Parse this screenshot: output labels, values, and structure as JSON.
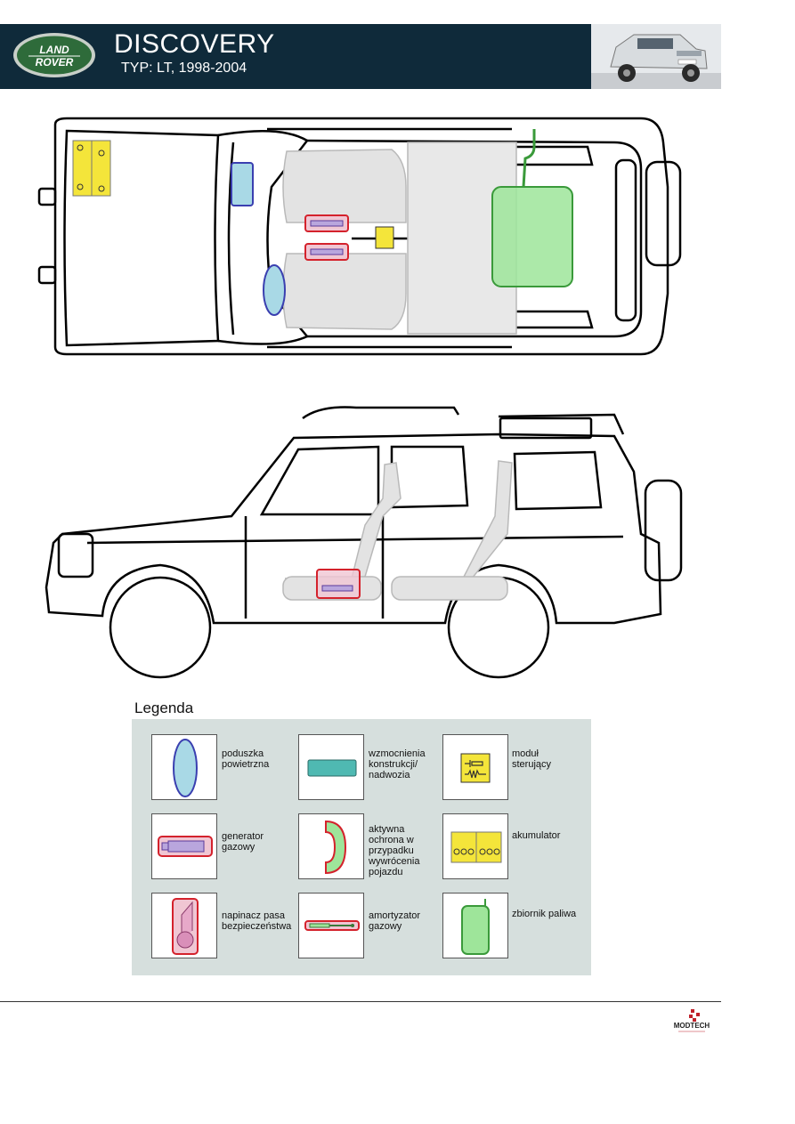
{
  "header": {
    "logo_line1": "LAND",
    "logo_line2": "ROVER",
    "title": "DISCOVERY",
    "subtitle": "TYP: LT, 1998-2004"
  },
  "legend": {
    "title": "Legenda",
    "items": [
      {
        "label": "poduszka\npowietrzna",
        "icon": "airbag-icon"
      },
      {
        "label": "wzmocnienia\nkonstrukcji/\nnadwozia",
        "icon": "reinforcement-icon"
      },
      {
        "label": "moduł\nsterujący",
        "icon": "control-module-icon"
      },
      {
        "label": "generator\ngazowy",
        "icon": "gas-generator-icon"
      },
      {
        "label": "aktywna\nochrona w\nprzypadku\nwywrócenia\npojazdu",
        "icon": "rollover-protection-icon"
      },
      {
        "label": "akumulator",
        "icon": "battery-icon"
      },
      {
        "label": "napinacz pasa\nbezpieczeństwa",
        "icon": "belt-tensioner-icon"
      },
      {
        "label": "amortyzator\ngazowy",
        "icon": "gas-strut-icon"
      },
      {
        "label": "zbiornik paliwa",
        "icon": "fuel-tank-icon"
      }
    ]
  },
  "footer": {
    "brand_line1": "MODTECH"
  },
  "colors": {
    "header_bg": "#0f2a3a",
    "logo_green": "#2e6b3a",
    "airbag": "#a9d9e6",
    "generator": "#b9a6dd",
    "module": "#f4e53a",
    "fuel_tank": "#9ee59a",
    "reinforcement": "#4fb9b2",
    "legend_bg": "#d6dfdd"
  }
}
